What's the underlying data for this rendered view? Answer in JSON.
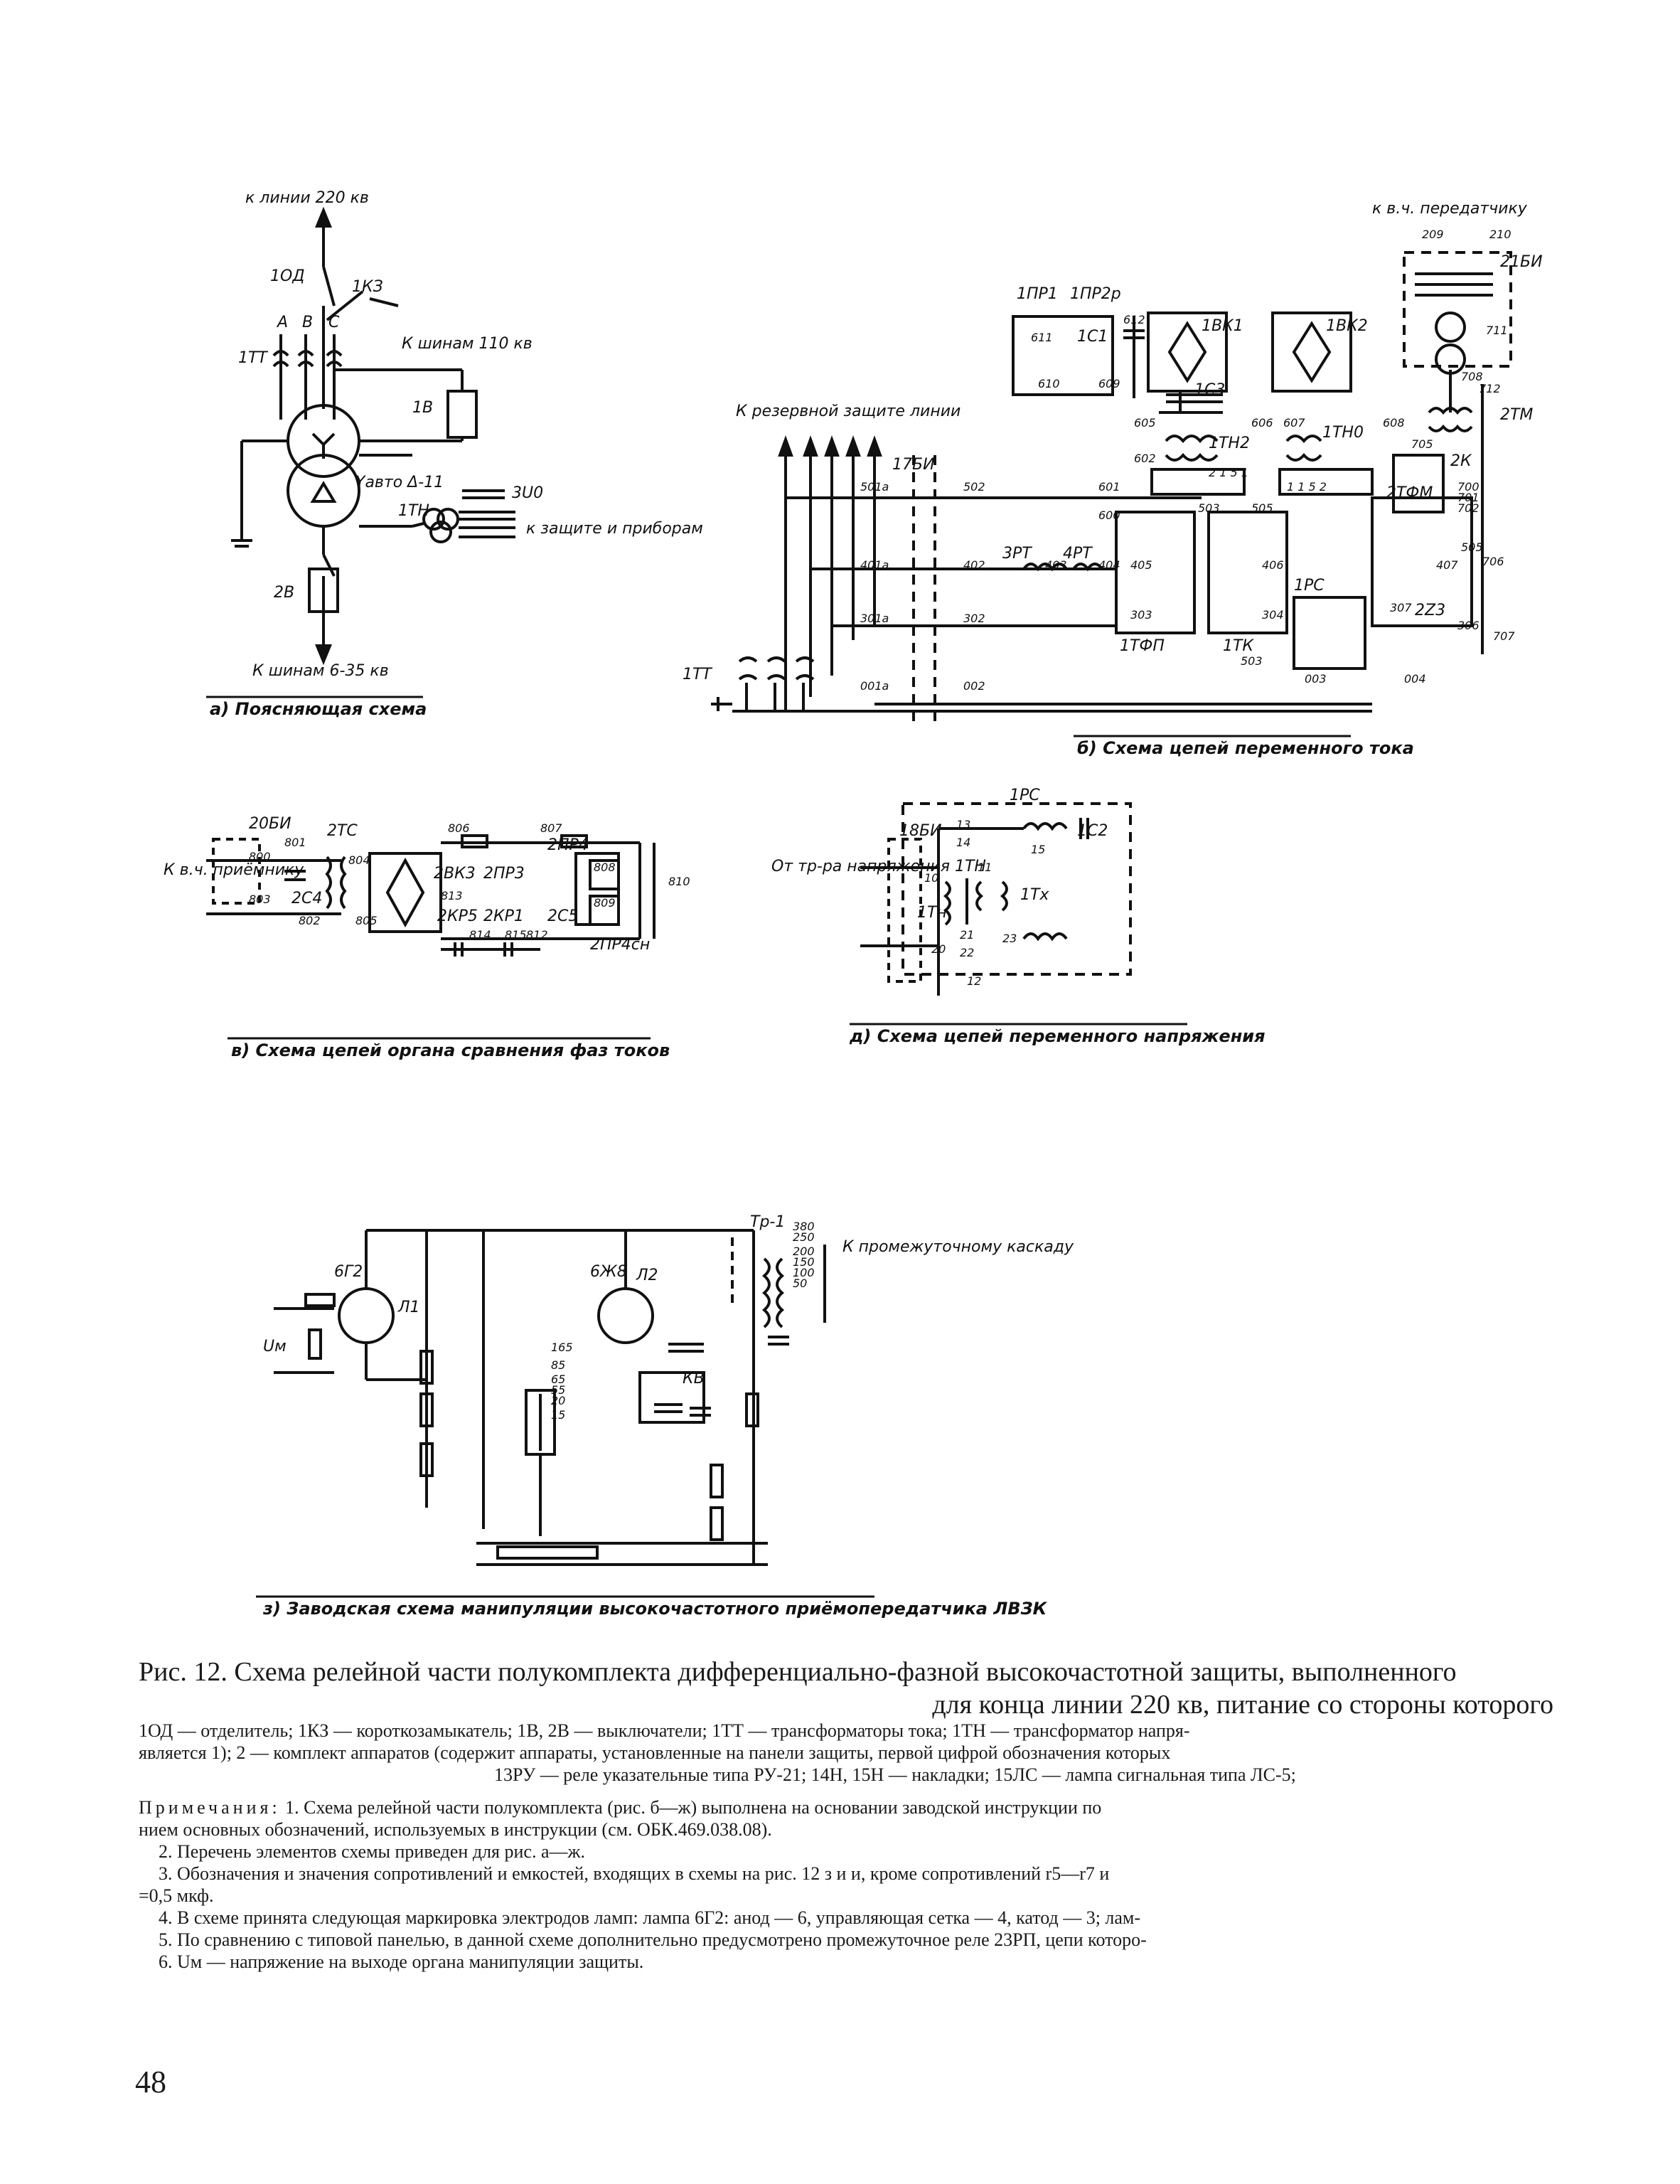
{
  "labels": {
    "line220": "к линии 220 кв",
    "od": "1ОД",
    "kz": "1КЗ",
    "phaseA": "А",
    "phaseB": "В",
    "phaseC": "С",
    "tt1": "1ТТ",
    "bus110": "К шинам 110 кв",
    "b1": "1В",
    "autoY": "Yавто Δ-11",
    "tn1": "1ТН",
    "u3": "3U0",
    "toProtection": "к защите и приборам",
    "b2": "2В",
    "bus6": "К шинам 6-35 кв",
    "toTransmitter": "к в.ч. передатчику",
    "reserve": "К резервной защите линии",
    "bi17": "17БИ",
    "bi21": "21БИ",
    "tm2": "2ТМ",
    "tfm2": "2ТФМ",
    "tk1": "1ТК",
    "tfp1": "1ТФП",
    "pr1": "1ПР1",
    "pr2": "1ПР2р",
    "vk1": "1ВК1",
    "vk2": "1ВК2",
    "c1": "1С1",
    "c3": "1С3",
    "tn2": "1ТН2",
    "tno": "1ТН0",
    "rt3": "3РТ",
    "rt4": "4РТ",
    "rs1": "1РС",
    "k2": "2К",
    "z23": "2Z3",
    "bi20": "20БИ",
    "ts2": "2ТС",
    "vk3": "2ВК3",
    "rp3": "2ПР3",
    "pr4": "2ПР4",
    "pr4sn": "2ПР4сн",
    "s4": "2С4",
    "s5": "2С5",
    "kp5": "2КР5",
    "kp1": "2КР1",
    "receiver": "К в.ч. приёмнику",
    "fromTN": "От тр-ра напряжения 1ТН",
    "bi18": "18БИ",
    "tn": "1Тн",
    "tx": "1Тх",
    "rs": "1РС",
    "c2": "1С2",
    "lamp1": "6Г2",
    "lamp2": "6Ж8",
    "l1": "Л1",
    "l2": "Л2",
    "tr1": "Тр-1",
    "kv": "КВ",
    "um": "Uм",
    "toCascade": "К промежуточному каскаду"
  },
  "subcaptions": {
    "a": "а) Поясняющая схема",
    "b": "б) Схема цепей переменного тока",
    "v": "в) Схема цепей органа сравнения фаз токов",
    "d": "д) Схема цепей переменного напряжения",
    "z": "з) Заводская схема манипуляции высокочастотного приёмопередатчика ЛВЗК"
  },
  "caption": {
    "line1": "Рис. 12. Схема релейной части полукомплекта дифференциально-фазной высокочастотной защиты, выполненного",
    "line2": "для конца линии 220 кв, питание со стороны которого"
  },
  "legend": {
    "line1": "1ОД — отделитель; 1КЗ — короткозамыкатель; 1В, 2В — выключатели; 1ТТ — трансформаторы тока; 1ТН — трансформатор напря-",
    "line2": "является 1); 2 — комплект аппаратов (содержит аппараты, установленные на панели защиты, первой цифрой обозначения которых",
    "line3": "13РУ — реле указательные типа РУ-21; 14Н, 15Н — накладки; 15ЛС — лампа сигнальная типа ЛС-5;"
  },
  "notes": {
    "head": "Примечания:",
    "n1a": "1. Схема релейной части полукомплекта (рис. б—ж) выполнена на основании заводской инструкции по",
    "n1b": "нием основных обозначений, используемых в инструкции (см. ОБК.469.038.08).",
    "n2": "2. Перечень элементов схемы приведен для рис. а—ж.",
    "n3": "3. Обозначения и значения сопротивлений и емкостей, входящих в схемы на рис. 12 з и и, кроме сопротивлений r5—r7 и",
    "n3b": "=0,5 мкф.",
    "n4": "4. В схеме принята следующая маркировка электродов ламп: лампа 6Г2: анод — 6, управляющая сетка — 4, катод — 3; лам-",
    "n5": "5. По сравнению с типовой панелью, в данной схеме дополнительно предусмотрено промежуточное реле 23РП, цепи которо-",
    "n6": "6. Uм — напряжение на выходе органа манипуляции защиты."
  },
  "page_number": "48"
}
